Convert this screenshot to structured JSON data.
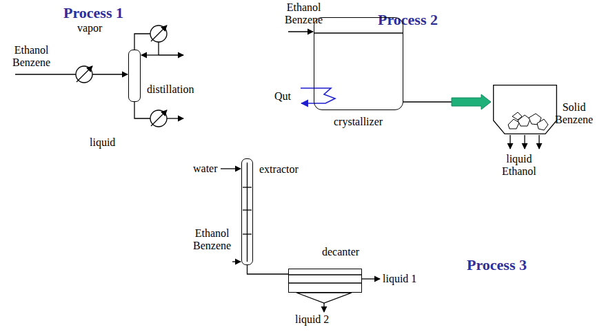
{
  "diagram": {
    "nodes": [
      {
        "text": [
          "distillation"
        ]
      },
      {
        "text": [
          "crystallizer"
        ]
      },
      {
        "text": [
          "Solid Benzene",
          "liquid Ethanol"
        ]
      },
      {
        "text": [
          "extractor"
        ]
      },
      {
        "text": [
          "decanter"
        ]
      }
    ],
    "edges": [
      {
        "from": 1,
        "to": 2,
        "arrow": "to"
      },
      {
        "from": 3,
        "to": 4,
        "arrow": "none"
      }
    ],
    "labels": [
      "Process 1",
      "Process 2",
      "Ethanol Benzene",
      "vapor",
      "liquid",
      "Ethanol Benzene",
      "Qut",
      "water",
      "Ethanol Benzene",
      "liquid 1",
      "liquid 2",
      "Process 3"
    ]
  }
}
